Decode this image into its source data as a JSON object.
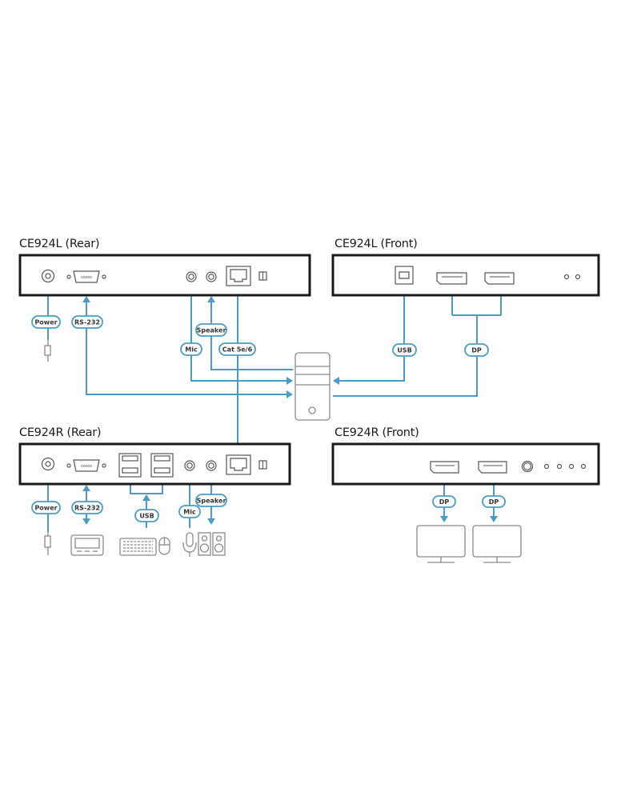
{
  "diagram": {
    "units": {
      "ce924l_rear": {
        "title": "CE924L (Rear)"
      },
      "ce924l_front": {
        "title": "CE924L (Front)"
      },
      "ce924r_rear": {
        "title": "CE924R (Rear)"
      },
      "ce924r_front": {
        "title": "CE924R (Front)"
      }
    },
    "labels": {
      "l_power": "Power",
      "l_rs232": "RS-232",
      "l_speaker": "Speaker",
      "l_mic": "Mic",
      "l_cat": "Cat 5e/6",
      "l_usb": "USB",
      "l_dp": "DP",
      "r_power": "Power",
      "r_rs232": "RS-232",
      "r_usb": "USB",
      "r_mic": "Mic",
      "r_speaker": "Speaker",
      "r_dp1": "DP",
      "r_dp2": "DP"
    },
    "colors": {
      "wire": "#4b9cc4",
      "device_outline": "#1a1a1a",
      "peripheral": "#8a8a8a"
    },
    "icons": [
      "power-jack-icon",
      "serial-port-icon",
      "audio-jack-icon",
      "rj45-port-icon",
      "dip-switch-icon",
      "usb-b-port-icon",
      "displayport-icon",
      "led-icon",
      "usb-a-port-icon",
      "computer-tower-icon",
      "power-adapter-icon",
      "serial-device-icon",
      "keyboard-icon",
      "mouse-icon",
      "microphone-icon",
      "speakers-icon",
      "monitor-icon"
    ]
  }
}
